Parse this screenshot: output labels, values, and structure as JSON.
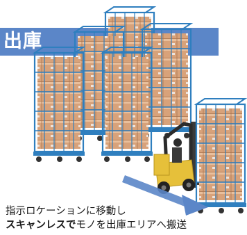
{
  "banner": {
    "title": "出庫"
  },
  "caption": {
    "line1": "指示ロケーションに移動し",
    "line2_bold": "スキャンレスで",
    "line2_rest": "モノを出庫エリアへ搬送"
  },
  "colors": {
    "banner": "#5b86c8",
    "cage": "#2f7fbf",
    "box": "#d8a27a",
    "box_dark": "#b98460",
    "forklift": "#e6c03a",
    "arrow": "#5b86c8"
  },
  "icons": [
    "roll-cage-icon",
    "forklift-icon",
    "direction-arrow-icon"
  ]
}
